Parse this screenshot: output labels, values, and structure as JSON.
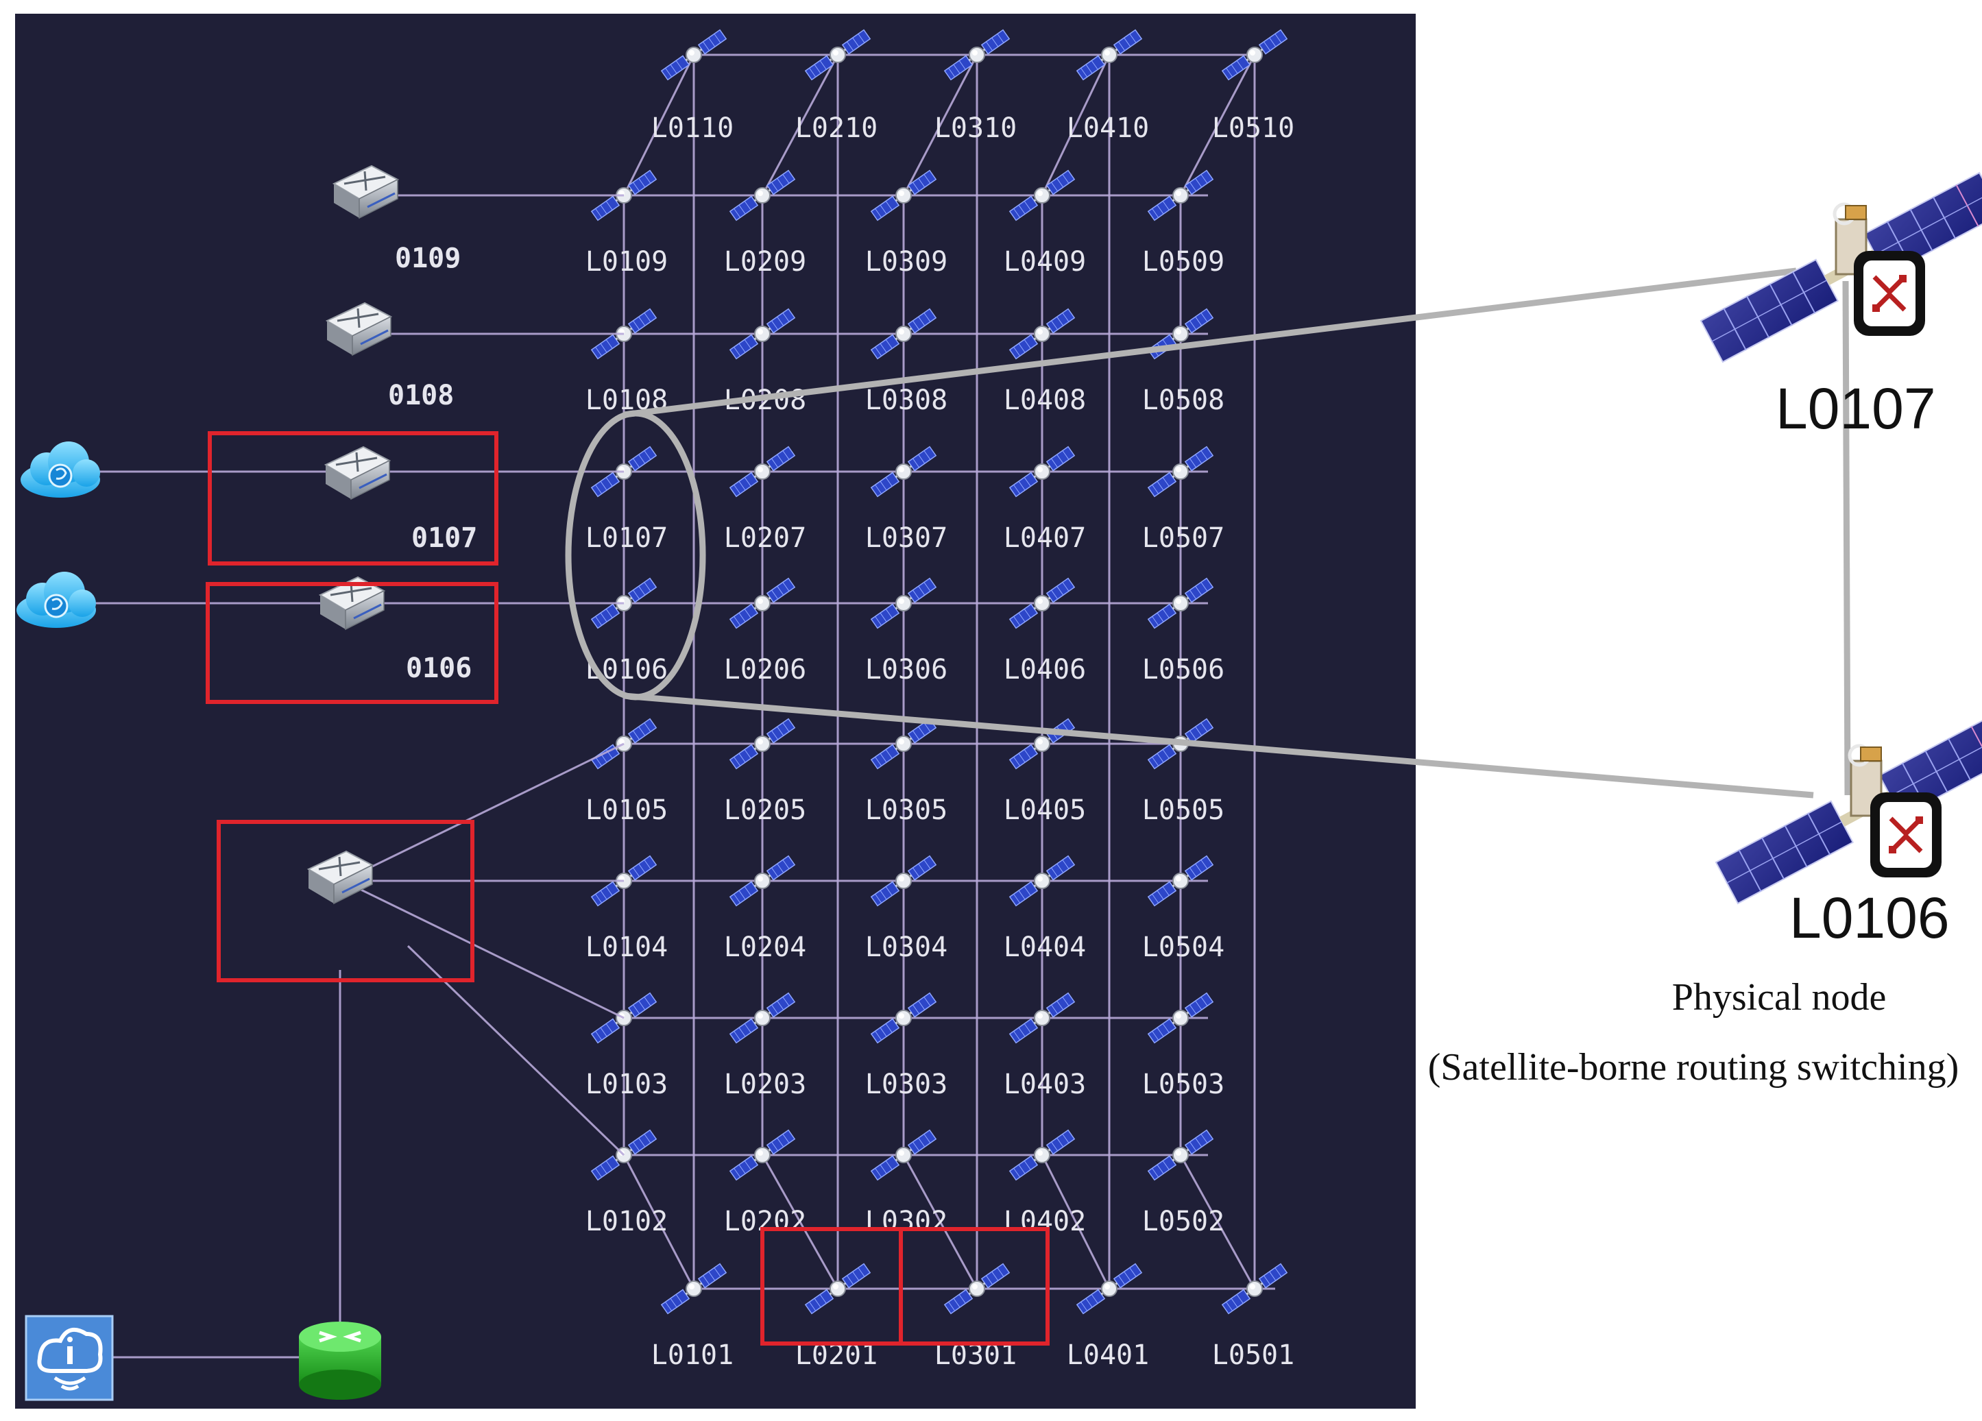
{
  "top_row": [
    "L0110",
    "L0210",
    "L0310",
    "L0410",
    "L0510"
  ],
  "grid_rows": [
    [
      "L0109",
      "L0209",
      "L0309",
      "L0409",
      "L0509"
    ],
    [
      "L0108",
      "L0208",
      "L0308",
      "L0408",
      "L0508"
    ],
    [
      "L0107",
      "L0207",
      "L0307",
      "L0407",
      "L0507"
    ],
    [
      "L0106",
      "L0206",
      "L0306",
      "L0406",
      "L0506"
    ],
    [
      "L0105",
      "L0205",
      "L0305",
      "L0405",
      "L0505"
    ],
    [
      "L0104",
      "L0204",
      "L0304",
      "L0404",
      "L0504"
    ],
    [
      "L0103",
      "L0203",
      "L0303",
      "L0403",
      "L0503"
    ],
    [
      "L0102",
      "L0202",
      "L0302",
      "L0402",
      "L0502"
    ]
  ],
  "bottom_row": [
    "L0101",
    "L0201",
    "L0301",
    "L0401",
    "L0501"
  ],
  "gateways": [
    "0109",
    "0108",
    "0107",
    "0106"
  ],
  "detail": {
    "top_label": "L0107",
    "bottom_label": "L0106",
    "caption_line1": "Physical node",
    "caption_line2": "(Satellite-borne routing switching)"
  },
  "colors": {
    "panel": "#1f1f37",
    "link": "#b7a9d8",
    "highlight": "#e0242c",
    "zoom": "#b3b3b3"
  },
  "icons": [
    "satellite-icon",
    "gateway-server-icon",
    "cloud-icon",
    "router-icon",
    "info-cloud-icon",
    "routing-switch-icon"
  ]
}
